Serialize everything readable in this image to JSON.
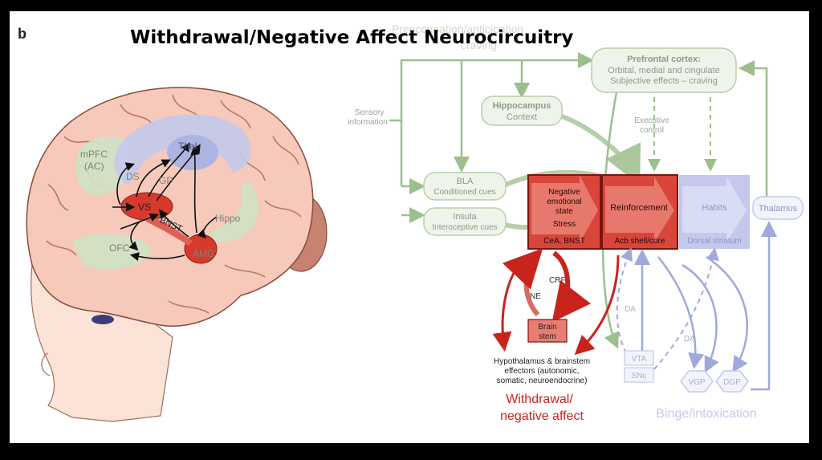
{
  "title": "Withdrawal/Negative Affect  Neurocircuitry",
  "panel_letter": "b",
  "brain_labels": {
    "mpfc": "mPFC",
    "ac": "(AC)",
    "ds": "DS",
    "thal": "Thal",
    "gp": "GP",
    "vs": "VS",
    "bnst": "BNST",
    "hippo": "Hippo",
    "ofc": "OFC",
    "amg": "AMG"
  },
  "diagram": {
    "top_label_1": "Preoccupation/anticipation",
    "top_label_2": "craving",
    "sensory_1": "Sensory",
    "sensory_2": "information",
    "pfc_title": "Prefrontal cortex:",
    "pfc_line2": "Orbital, medial and cingulate",
    "pfc_line3": "Subjective effects – craving",
    "hippocampus": "Hippocampus",
    "context": "Context",
    "executive": "Executive",
    "control": "control",
    "bla": "BLA",
    "conditioned_cues": "Conditioned cues",
    "insula": "Insula",
    "interoceptive_cues": "Interoceptive cues",
    "negative_1": "Negative",
    "negative_2": "emotional",
    "negative_3": "state",
    "stress": "Stress",
    "cea_bnst": "CeA, BNST",
    "reinforcement": "Reinforcement",
    "acb": "Acb shell/core",
    "habits": "Habits",
    "dorsal_striatum": "Dorsal striatum",
    "thalamus": "Thalamus",
    "crf": "CRF",
    "ne": "NE",
    "brain_stem_1": "Brain",
    "brain_stem_2": "stem",
    "da_1": "DA",
    "da_2": "DA",
    "vta": "VTA",
    "snc": "SNc",
    "vgp": "VGP",
    "dgp": "DGP",
    "hypo_1": "Hypothalamus & brainstem",
    "hypo_2": "effectors (autonomic,",
    "hypo_3": "somatic, neuroendocrine)",
    "withdrawal_1": "Withdrawal/",
    "withdrawal_2": "negative affect",
    "binge": "Binge/intoxication"
  },
  "colors": {
    "green": "#9dbf8c",
    "green_fill": "#eaf2e4",
    "red": "#c8241c",
    "red_box": "#d9453a",
    "blue": "#9fa9dc",
    "blue_fill": "#c3c9ec",
    "withdrawal_text": "#c8241c",
    "binge_text": "#c4c9ec"
  }
}
